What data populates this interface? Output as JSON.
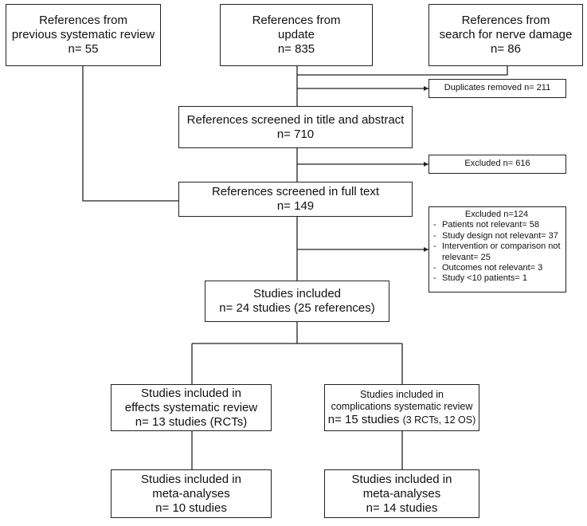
{
  "sources": {
    "previous": {
      "lines": [
        "References from",
        "previous systematic review"
      ],
      "n": "n= 55"
    },
    "update": {
      "lines": [
        "References from",
        "update"
      ],
      "n": "n= 835"
    },
    "nerve": {
      "lines": [
        "References from",
        "search for nerve damage"
      ],
      "n": "n= 86"
    }
  },
  "duplicates": {
    "text": "Duplicates removed n= 211"
  },
  "screen_title_abstract": {
    "lines": [
      "References screened in title and abstract"
    ],
    "n": "n= 710"
  },
  "excluded_1": {
    "text": "Excluded n= 616"
  },
  "screen_full_text": {
    "lines": [
      "References screened in full text"
    ],
    "n": "n= 149"
  },
  "excluded_2": {
    "title": "Excluded n=124",
    "items": [
      "Patients not relevant= 58",
      "Study design not relevant= 37",
      "Intervention or comparison not relevant= 25",
      "Outcomes not relevant= 3",
      "Study <10 patients= 1"
    ]
  },
  "included": {
    "lines": [
      "Studies included"
    ],
    "n": "n= 24 studies (25 references)"
  },
  "effects_review": {
    "lines": [
      "Studies included in",
      "effects systematic review"
    ],
    "n": "n= 13 studies (RCTs)"
  },
  "complications_review": {
    "lines": [
      "Studies included in",
      "complications systematic review"
    ],
    "n_main": "n= 15 studies ",
    "n_detail": "(3 RCTs, 12 OS)"
  },
  "meta_effects": {
    "lines": [
      "Studies included in",
      "meta-analyses"
    ],
    "n": "n= 10 studies"
  },
  "meta_complications": {
    "lines": [
      "Studies included in",
      "meta-analyses"
    ],
    "n": "n= 14 studies"
  }
}
